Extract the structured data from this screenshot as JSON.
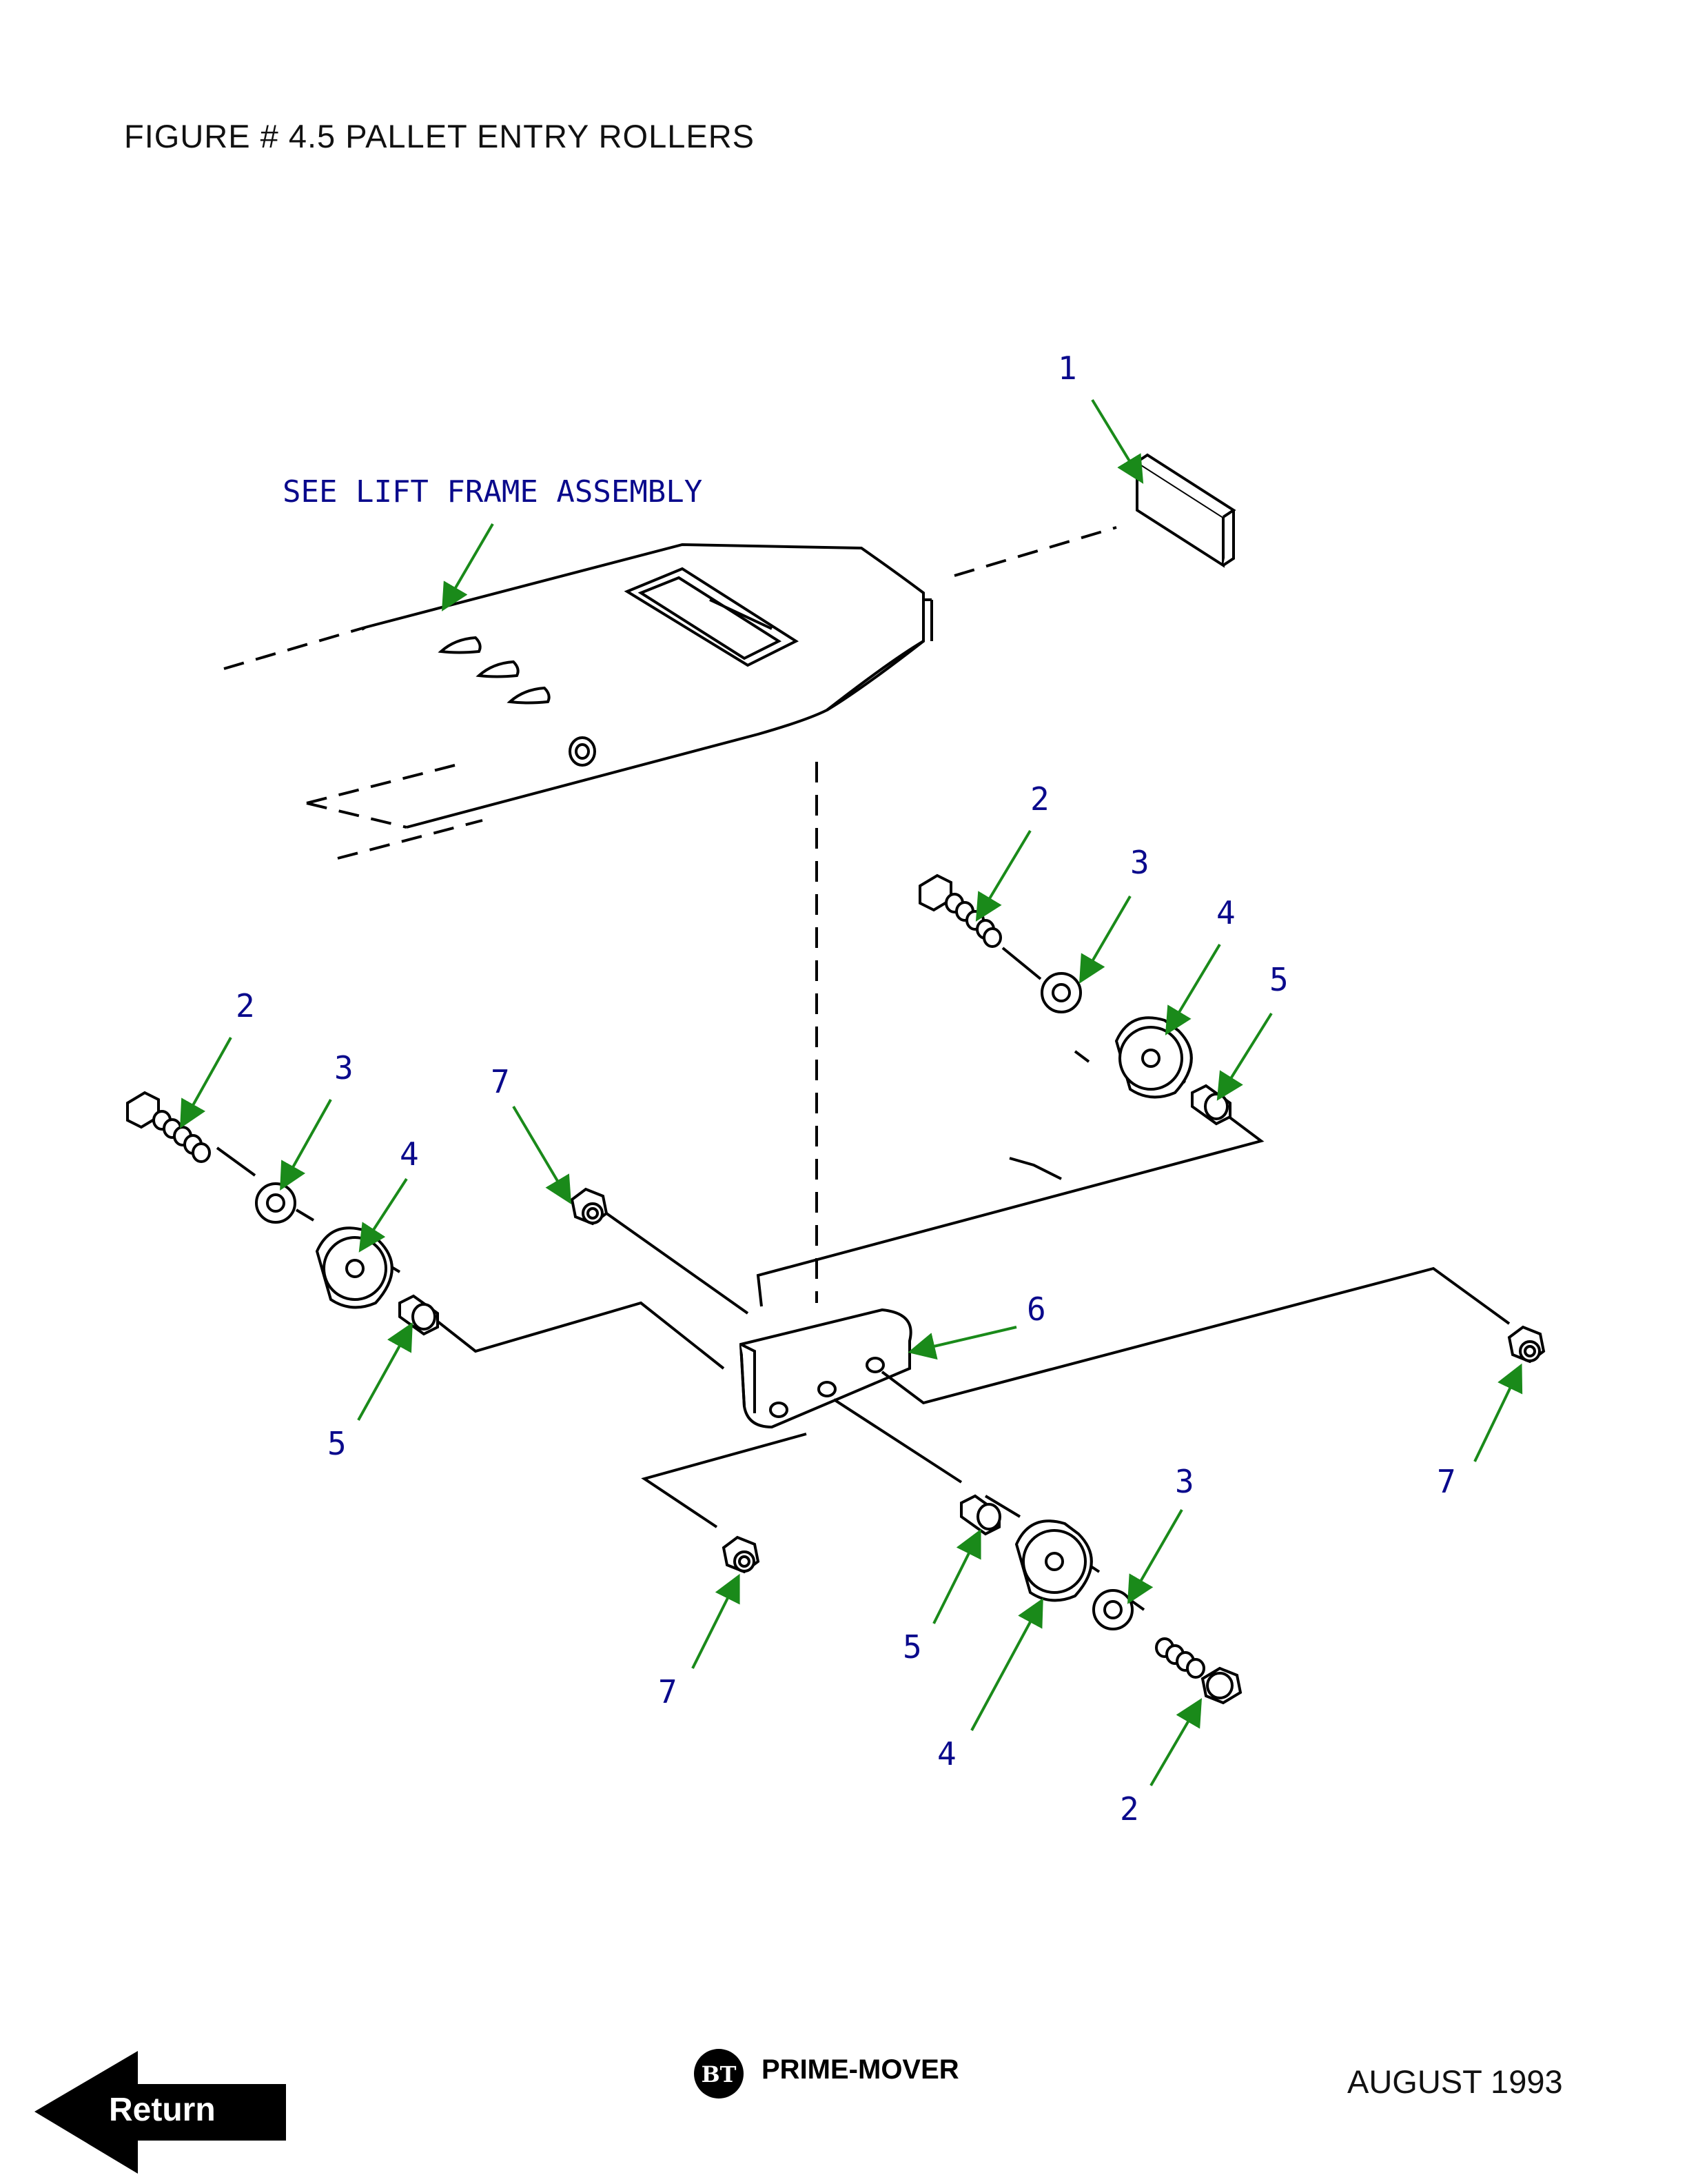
{
  "figure_title": "FIGURE # 4.5  PALLET ENTRY ROLLERS",
  "note": "SEE LIFT FRAME ASSEMBLY",
  "callouts": {
    "c1": "1",
    "c2a": "2",
    "c3a": "3",
    "c4a": "4",
    "c5a": "5",
    "c2b": "2",
    "c3b": "3",
    "c4b": "4",
    "c5b": "5",
    "c7a": "7",
    "c6": "6",
    "c7b": "7",
    "c7c": "7",
    "c3c": "3",
    "c5c": "5",
    "c4c": "4",
    "c2c": "2"
  },
  "footer": {
    "brand_logo_text": "BT",
    "brand_name": "PRIME-MOVER",
    "date": "AUGUST 1993",
    "return_label": "Return"
  },
  "colors": {
    "arrow": "#1a8a1a",
    "callout": "#0a0a8c",
    "line": "#000000"
  }
}
